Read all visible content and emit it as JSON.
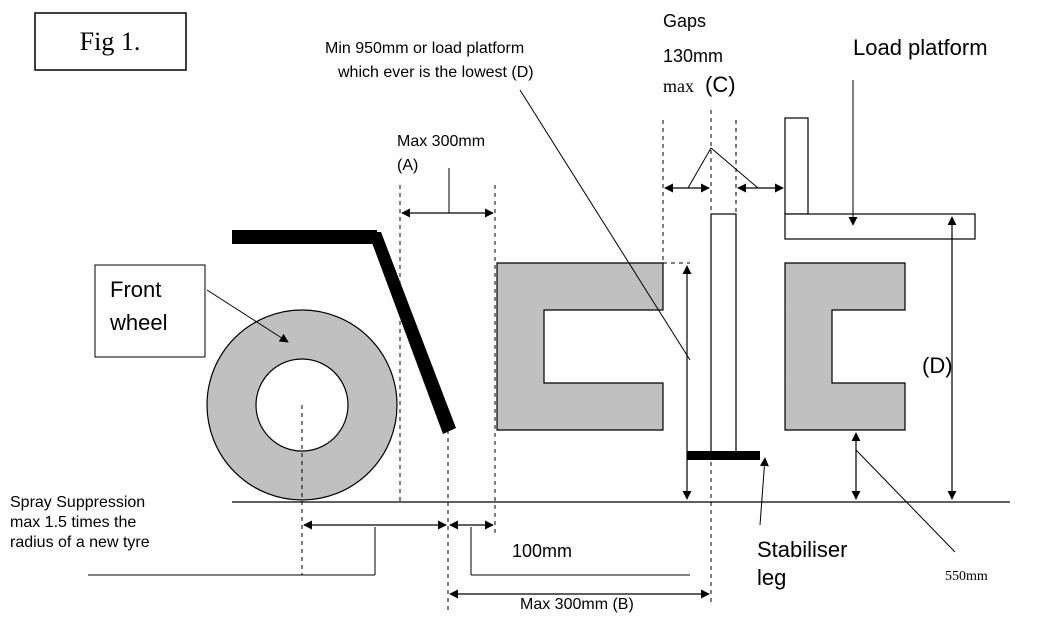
{
  "figure": {
    "fig_label": "Fig 1.",
    "min_950": {
      "line1": "Min 950mm or load platform",
      "line2": "which ever is the lowest (D)"
    },
    "gaps": {
      "line1": "Gaps",
      "line2": "130mm",
      "line3_max": "max",
      "line3_c": "(C)"
    },
    "load_platform": "Load platform",
    "max300a": {
      "line1": "Max 300mm",
      "line2": "(A)"
    },
    "front_wheel": {
      "line1": "Front",
      "line2": "wheel"
    },
    "d_label": "(D)",
    "spray": {
      "line1": "Spray Suppression",
      "line2": "max 1.5 times the",
      "line3": "radius of a new tyre"
    },
    "dim_100mm": "100mm",
    "stabiliser": {
      "line1": "Stabiliser",
      "line2": "leg"
    },
    "dim_550mm": "550mm",
    "max300b": "Max 300mm (B)"
  },
  "colors": {
    "fill_grey": "#c0c0c0",
    "line": "#000000",
    "background": "#ffffff"
  }
}
